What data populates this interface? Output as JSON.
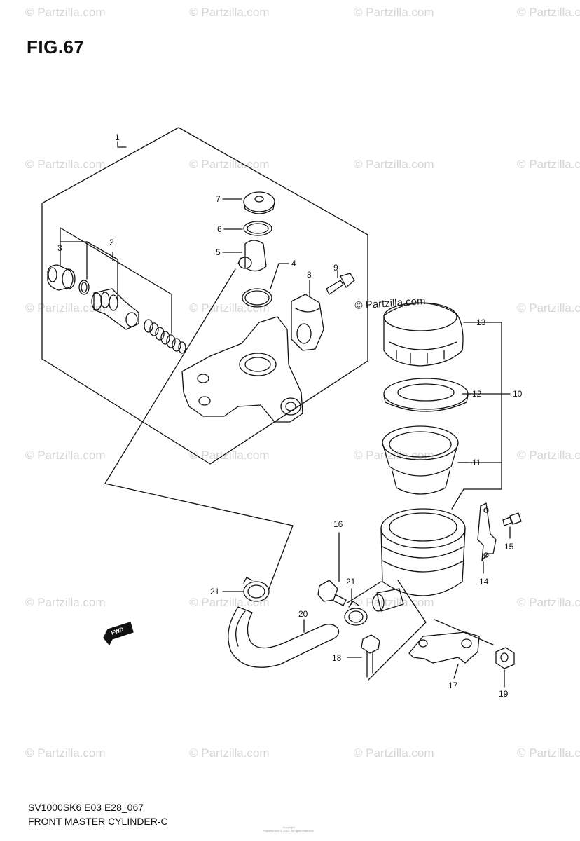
{
  "figure": {
    "title": "FIG.67",
    "model_code": "SV1000SK6 E03 E28_067",
    "section_name": "FRONT MASTER CYLINDER-C",
    "copyright_lines": [
      "Copyright",
      "Partzilla.com © 2012. All rights reserved."
    ]
  },
  "watermark": {
    "text": "© Partzilla.com",
    "featured_text": "© Partzilla.com"
  },
  "callouts": [
    "1",
    "2",
    "3",
    "4",
    "5",
    "6",
    "7",
    "8",
    "9",
    "10",
    "11",
    "12",
    "13",
    "14",
    "15",
    "16",
    "17",
    "18",
    "19",
    "20",
    "21",
    "21"
  ],
  "direction_badge": "FWD",
  "parts": [
    {
      "ref": "cylinder-body",
      "label": "1"
    },
    {
      "ref": "piston-set",
      "label": "2"
    },
    {
      "ref": "boot",
      "label": "3"
    },
    {
      "ref": "o-ring",
      "label": "4"
    },
    {
      "ref": "hose-joint",
      "label": "5"
    },
    {
      "ref": "circlip",
      "label": "6"
    },
    {
      "ref": "joint-cap",
      "label": "7"
    },
    {
      "ref": "holder",
      "label": "8"
    },
    {
      "ref": "holder-bolt",
      "label": "9"
    },
    {
      "ref": "reservoir-assembly",
      "label": "10"
    },
    {
      "ref": "diaphragm",
      "label": "11"
    },
    {
      "ref": "diaphragm-plate",
      "label": "12"
    },
    {
      "ref": "reservoir-cap",
      "label": "13"
    },
    {
      "ref": "reservoir-bracket",
      "label": "14"
    },
    {
      "ref": "bracket-screw",
      "label": "15"
    },
    {
      "ref": "reservoir-bolt",
      "label": "16"
    },
    {
      "ref": "mount-bracket",
      "label": "17"
    },
    {
      "ref": "mount-bolt",
      "label": "18"
    },
    {
      "ref": "mount-nut",
      "label": "19"
    },
    {
      "ref": "hose",
      "label": "20"
    },
    {
      "ref": "hose-clamp",
      "label": "21"
    }
  ]
}
